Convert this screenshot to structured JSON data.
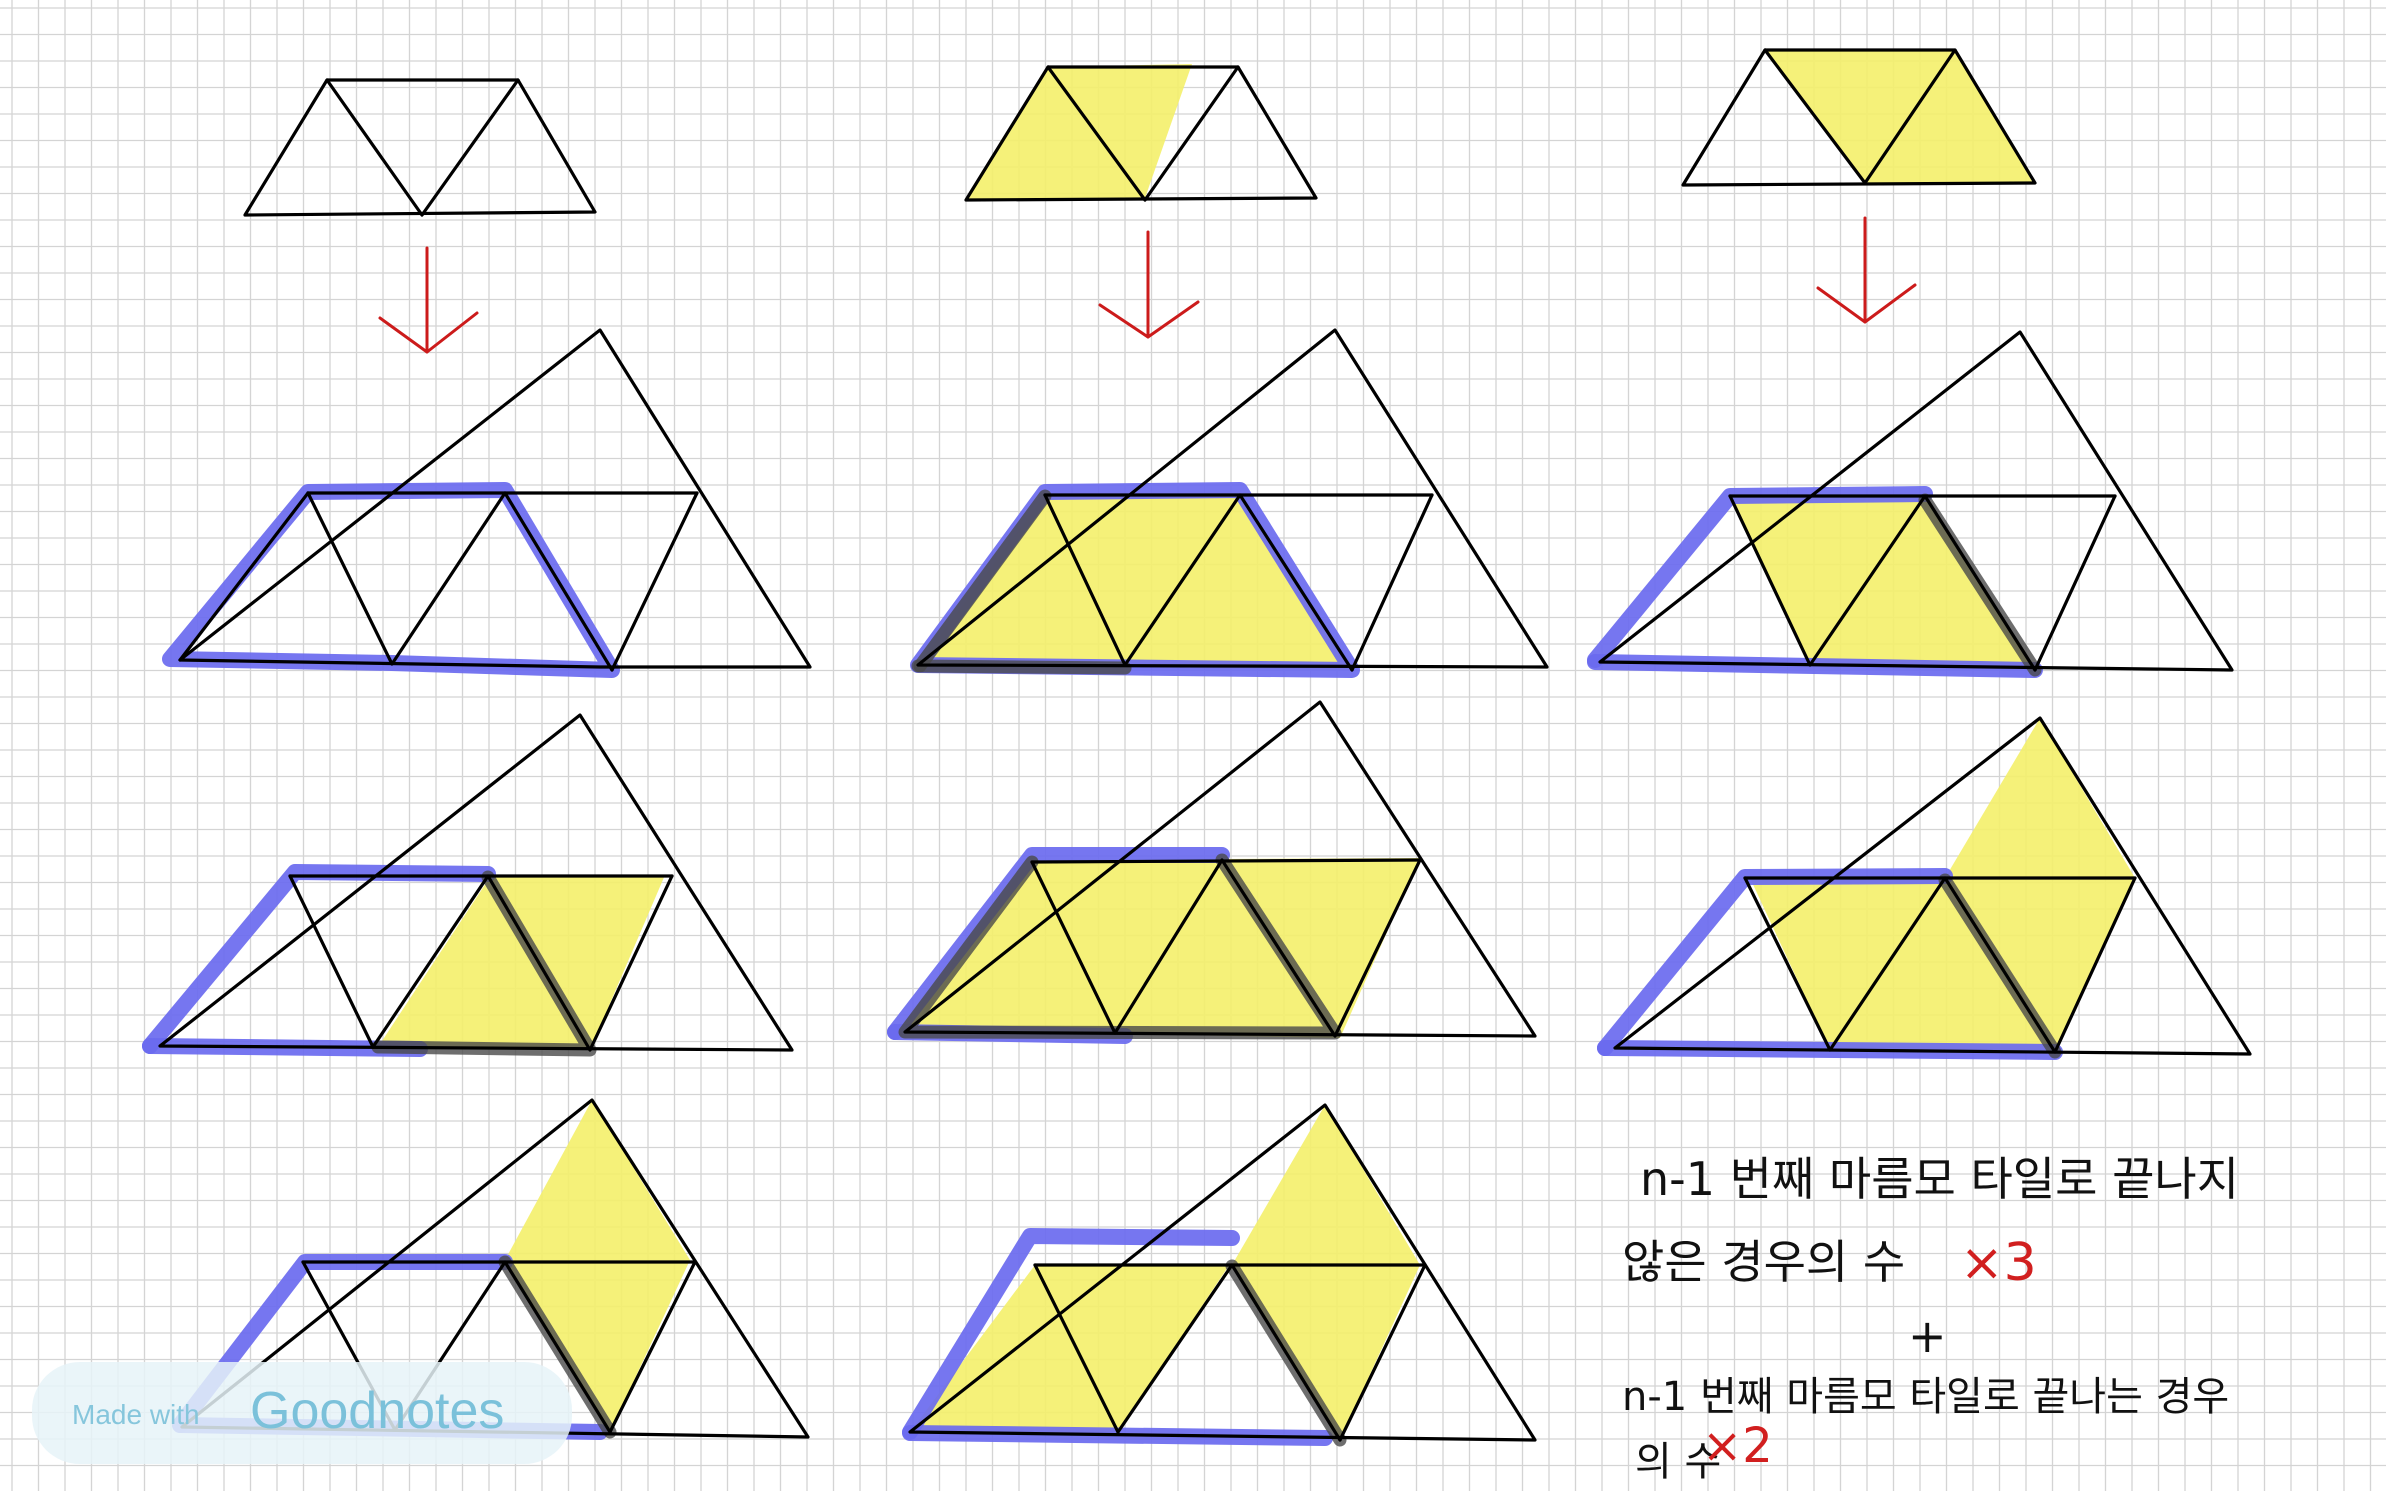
{
  "page": {
    "background": "#ffffff",
    "grid_color": "#d4d4d4"
  },
  "colors": {
    "edge": "#000000",
    "yellow_fill": "#f4f06a",
    "blue_highlight": "#6a6aef",
    "gray_highlight": "#4a4a4a",
    "arrow": "#cc1b1b",
    "note_red": "#d11f1f"
  },
  "note": {
    "line1": "n-1 번째 마름모 타일로 끝나지",
    "line2": "않은 경우의 수",
    "times3": "×3",
    "plus": "+",
    "line3": "n-1 번째 마름모 타일로 끝나는 경우",
    "line4": "의 수",
    "times2": "×2"
  },
  "watermark": {
    "prefix": "Made with",
    "brand": "Goodnotes"
  }
}
